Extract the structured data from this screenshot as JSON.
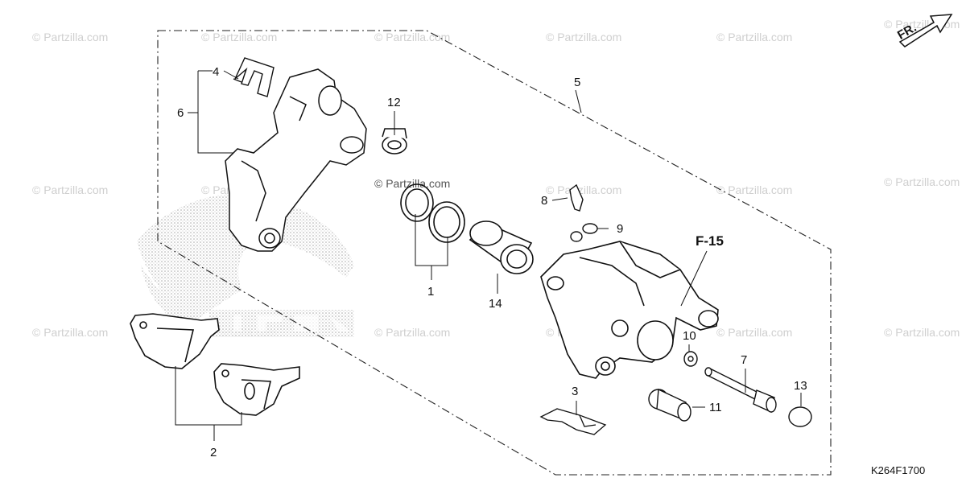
{
  "watermark_text": "© Partzilla.com",
  "front_label": "FR.",
  "reference_label": "F-15",
  "diagram_code": "K264F1700",
  "callouts": {
    "c1": "1",
    "c2": "2",
    "c3": "3",
    "c4": "4",
    "c5": "5",
    "c6": "6",
    "c7": "7",
    "c8": "8",
    "c9": "9",
    "c10": "10",
    "c11": "11",
    "c12": "12",
    "c13": "13",
    "c14": "14"
  }
}
